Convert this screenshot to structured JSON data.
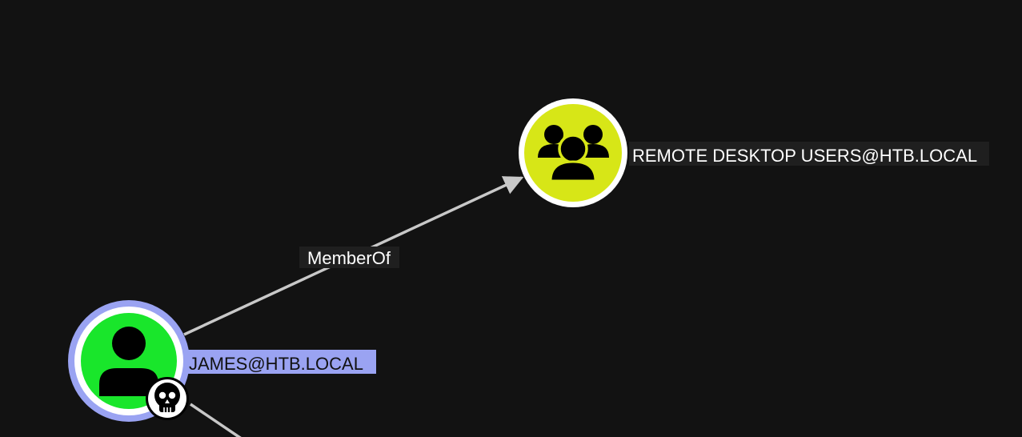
{
  "graph": {
    "nodes": [
      {
        "id": "group",
        "label": "REMOTE DESKTOP USERS@HTB.LOCAL",
        "type": "group",
        "icon": "users-group-icon",
        "fill_color": "#d7e617",
        "ring_color": "#ffffff",
        "selected": false
      },
      {
        "id": "user",
        "label": "JAMES@HTB.LOCAL",
        "type": "user",
        "icon": "user-icon",
        "badge_icon": "skull-icon",
        "fill_color": "#19e62b",
        "ring_color": "#9aa3f2",
        "selected": true
      }
    ],
    "edges": [
      {
        "from": "user",
        "to": "group",
        "label": "MemberOf"
      }
    ]
  },
  "colors": {
    "background": "#121212",
    "edge": "#c8c8c8",
    "label_bg": "#1f1f1f",
    "label_text": "#ffffff",
    "selected_label_bg": "#9aa3f2",
    "selected_label_text": "#111111"
  }
}
